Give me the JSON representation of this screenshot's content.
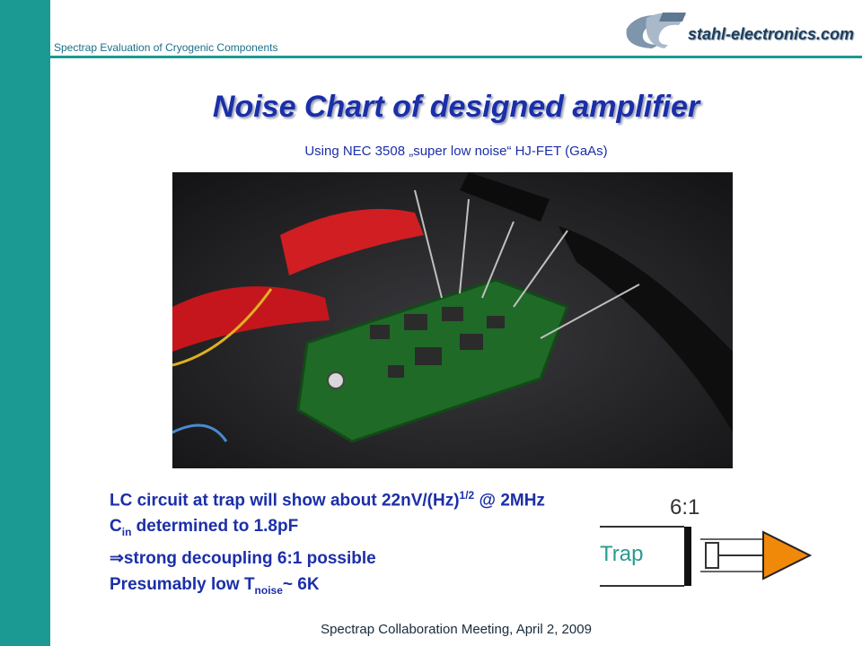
{
  "header": {
    "subtitle": "Spectrap Evaluation of Cryogenic Components",
    "logo_text": "stahl-electronics.com",
    "logo_icon": "swoosh-logo-icon"
  },
  "slide": {
    "title": "Noise Chart of designed amplifier",
    "subtitle": "Using NEC 3508 „super low noise“ HJ-FET (GaAs)",
    "photo_icon": "circuit-board-photo"
  },
  "bullets": {
    "line1_main": "LC circuit at trap will show about 22nV/(Hz)",
    "line1_sup": "1/2",
    "line1_end": " @ 2MHz",
    "line2_main": "C",
    "line2_sub": "in",
    "line2_end": " determined to 1.8pF",
    "line3_arrow": "⇒",
    "line3_text": "strong decoupling 6:1 possible",
    "line4_main": "Presumably low T",
    "line4_sub": "noise",
    "line4_end": "~ 6K"
  },
  "diagram": {
    "ratio_label": "6:1",
    "trap_label": "Trap",
    "colors": {
      "trap": "#2a9a90",
      "amplifier": "#f0880a",
      "lines": "#333333"
    }
  },
  "footer": {
    "text": "Spectrap Collaboration Meeting, April 2, 2009"
  },
  "colors": {
    "sidebar": "#1a9a92",
    "title": "#1b2fa8"
  }
}
